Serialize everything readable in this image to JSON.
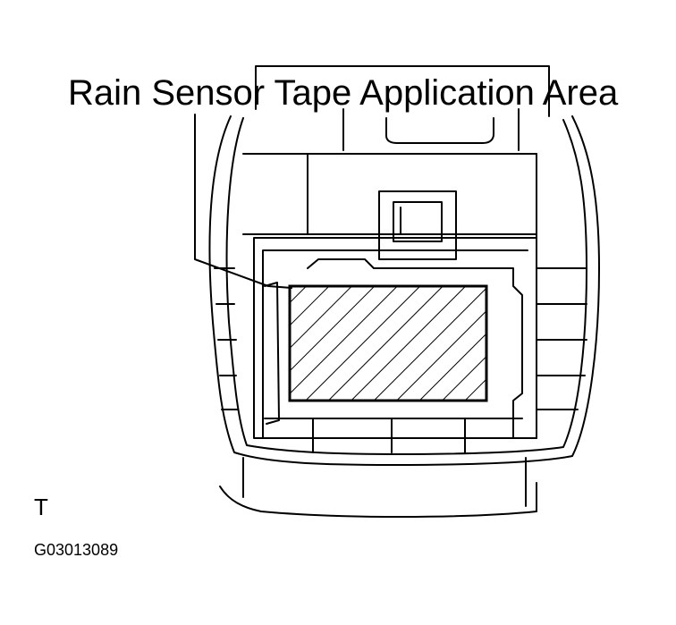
{
  "callout": {
    "label": "Rain Sensor Tape Application Area"
  },
  "view_letter": "T",
  "figure_code": "G03013089",
  "colors": {
    "line": "#000000",
    "background": "#ffffff"
  },
  "icons": {
    "hatch": "diagonal-hatch-pattern"
  }
}
